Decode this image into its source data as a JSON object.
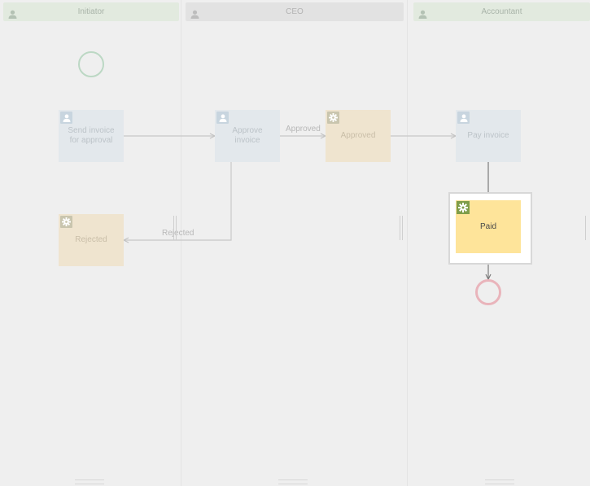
{
  "lanes": [
    {
      "name": "Initiator"
    },
    {
      "name": "CEO"
    },
    {
      "name": "Accountant"
    }
  ],
  "tasks": {
    "send_invoice": {
      "label": "Send invoice for approval",
      "type": "user-task"
    },
    "approve_invoice": {
      "label": "Approve invoice",
      "type": "user-task"
    },
    "approved": {
      "label": "Approved",
      "type": "script-task"
    },
    "rejected": {
      "label": "Rejected",
      "type": "script-task"
    },
    "pay_invoice": {
      "label": "Pay invoice",
      "type": "user-task"
    },
    "paid": {
      "label": "Paid",
      "type": "script-task",
      "selected": true
    }
  },
  "flow_labels": {
    "approved": "Approved",
    "rejected": "Rejected"
  },
  "icons": {
    "lane": "user-icon",
    "user_task": "user-icon",
    "script_task": "gear-icon"
  },
  "colors": {
    "selected_task_fill": "#fee49a",
    "selected_task_badge": "#7f9d4a",
    "end_event": "#e9b4bb",
    "start_event": "#bcd8c4"
  }
}
